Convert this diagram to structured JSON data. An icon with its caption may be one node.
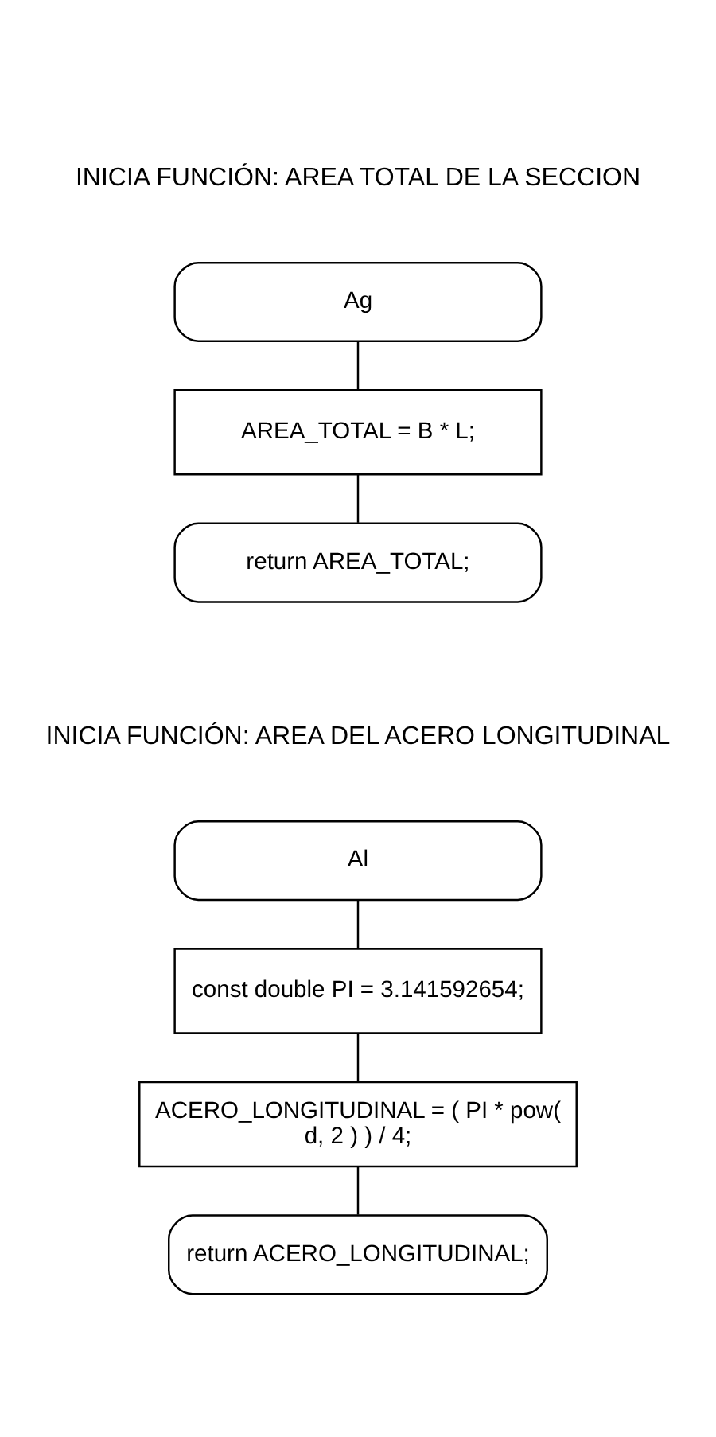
{
  "diagram": {
    "nodes": [
      {
        "text": [
          "Ag"
        ]
      },
      {
        "text": [
          "AREA_TOTAL = B * L;"
        ]
      },
      {
        "text": [
          "return AREA_TOTAL;"
        ]
      },
      {
        "text": [
          "Al"
        ]
      },
      {
        "text": [
          "const double PI = 3.141592654;"
        ]
      },
      {
        "text": [
          "ACERO_LONGITUDINAL = ( PI * pow( d, 2 ) ) / 4;"
        ]
      },
      {
        "text": [
          "return ACERO_LONGITUDINAL;"
        ]
      }
    ],
    "edges": [
      {
        "from": 0,
        "to": 1,
        "arrow": "none"
      },
      {
        "from": 1,
        "to": 2,
        "arrow": "none"
      },
      {
        "from": 3,
        "to": 4,
        "arrow": "none"
      },
      {
        "from": 4,
        "to": 5,
        "arrow": "none"
      },
      {
        "from": 5,
        "to": 6,
        "arrow": "none"
      }
    ],
    "labels": [
      "INICIA FUNCIÓN: AREA TOTAL DE LA SECCION",
      "INICIA FUNCIÓN: AREA DEL ACERO LONGITUDINAL"
    ]
  }
}
